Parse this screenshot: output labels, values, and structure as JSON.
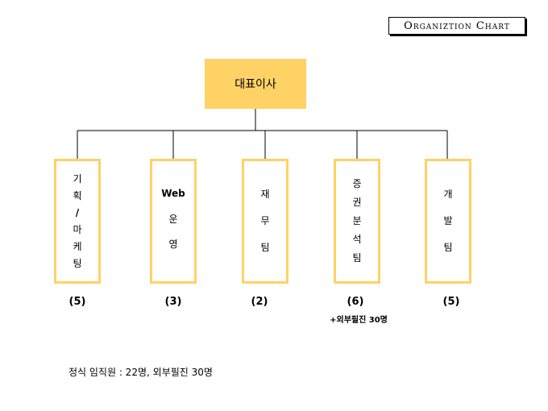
{
  "title": "Organiztion Chart",
  "ceo": "대표이사",
  "departments": [
    {
      "label_lines": [
        "기",
        "획",
        "/",
        "마",
        "케",
        "팅"
      ],
      "count": "(5)"
    },
    {
      "label_lines": [
        "Web",
        "운",
        "영"
      ],
      "count": "(3)"
    },
    {
      "label_lines": [
        "재",
        "무",
        "팀"
      ],
      "count": "(2)"
    },
    {
      "label_lines": [
        "증",
        "권",
        "분",
        "석",
        "팀"
      ],
      "count": "(6)"
    },
    {
      "label_lines": [
        "개",
        "발",
        "팀"
      ],
      "count": "(5)"
    }
  ],
  "extra_note": "+외부필진 30명",
  "footer_note": "정식 임직원 : 22명, 외부필진 30명",
  "colors": {
    "box_fill": "#ffd265",
    "line": "#000000"
  }
}
